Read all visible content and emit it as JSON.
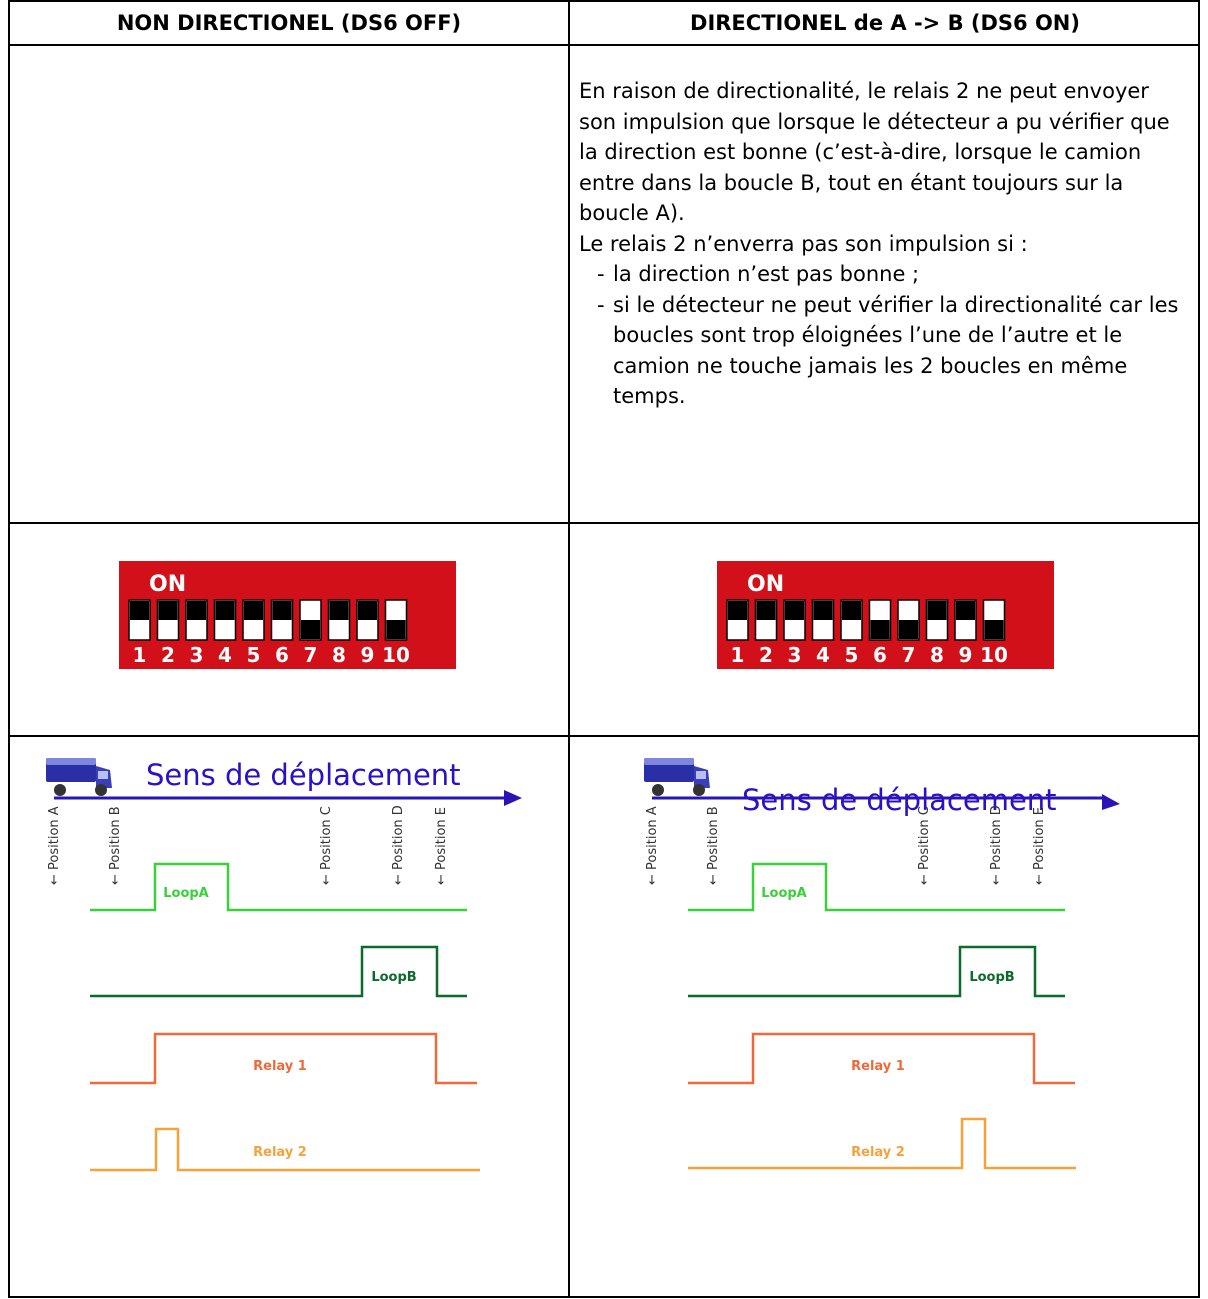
{
  "header": {
    "left": "NON DIRECTIONEL (DS6 OFF)",
    "right": "DIRECTIONEL de A -> B (DS6 ON)"
  },
  "description": {
    "paragraph": "En raison de directionalité, le relais 2 ne peut envoyer son impulsion que lorsque le détecteur a pu vérifier que la direction est bonne (c’est-à-dire, lorsque le camion entre dans la boucle B, tout en étant toujours sur la boucle A).",
    "intro": "Le relais 2 n’enverra pas son impulsion si :",
    "items": [
      "la direction n’est pas bonne ;",
      "si le détecteur ne peut vérifier la directionalité car les boucles sont trop éloignées l’une de l’autre et le camion ne touche jamais les 2 boucles en même temps."
    ]
  },
  "dip_switches": [
    {
      "label": "ON",
      "numbers": [
        "1",
        "2",
        "3",
        "4",
        "5",
        "6",
        "7",
        "8",
        "9",
        "10"
      ],
      "on": [
        true,
        true,
        true,
        true,
        true,
        true,
        false,
        true,
        true,
        false
      ]
    },
    {
      "label": "ON",
      "numbers": [
        "1",
        "2",
        "3",
        "4",
        "5",
        "6",
        "7",
        "8",
        "9",
        "10"
      ],
      "on": [
        true,
        true,
        true,
        true,
        true,
        false,
        false,
        true,
        true,
        false
      ]
    }
  ],
  "diagram": {
    "direction_label": "Sens de déplacement",
    "positions": [
      "Position A",
      "Position B",
      "Position C",
      "Position D",
      "Position E"
    ],
    "signals": [
      "LoopA",
      "LoopB",
      "Relay 1",
      "Relay 2"
    ]
  },
  "colors": {
    "dip_red": "#d1101a",
    "arrow": "#2a14b8",
    "direction_text": "#2a10c8",
    "loopA": "#39d13a",
    "loopB": "#0c6a2c",
    "relay1": "#ee6a3a",
    "relay2": "#f4a23c"
  }
}
